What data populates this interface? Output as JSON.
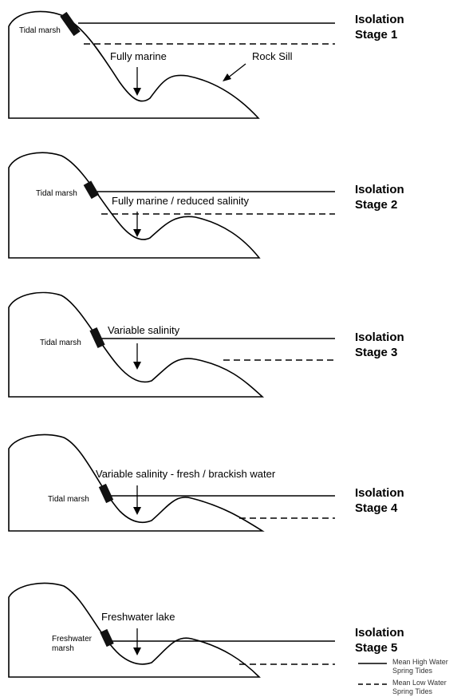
{
  "stages": [
    {
      "title_line1": "Isolation",
      "title_line2": "Stage 1",
      "marsh_label_lines": [
        "Tidal marsh"
      ],
      "note": "Fully marine",
      "extra_note": "Rock Sill"
    },
    {
      "title_line1": "Isolation",
      "title_line2": "Stage 2",
      "marsh_label_lines": [
        "Tidal marsh"
      ],
      "note": "Fully marine / reduced salinity"
    },
    {
      "title_line1": "Isolation",
      "title_line2": "Stage 3",
      "marsh_label_lines": [
        "Tidal marsh"
      ],
      "note": "Variable salinity"
    },
    {
      "title_line1": "Isolation",
      "title_line2": "Stage 4",
      "marsh_label_lines": [
        "Tidal marsh"
      ],
      "note": "Variable salinity - fresh / brackish water"
    },
    {
      "title_line1": "Isolation",
      "title_line2": "Stage 5",
      "marsh_label_lines": [
        "Freshwater",
        "marsh"
      ],
      "note": "Freshwater lake"
    }
  ],
  "legend": {
    "high_line1": "Mean High Water",
    "high_line2": "Spring Tides",
    "low_line1": "Mean Low Water",
    "low_line2": "Spring Tides"
  }
}
